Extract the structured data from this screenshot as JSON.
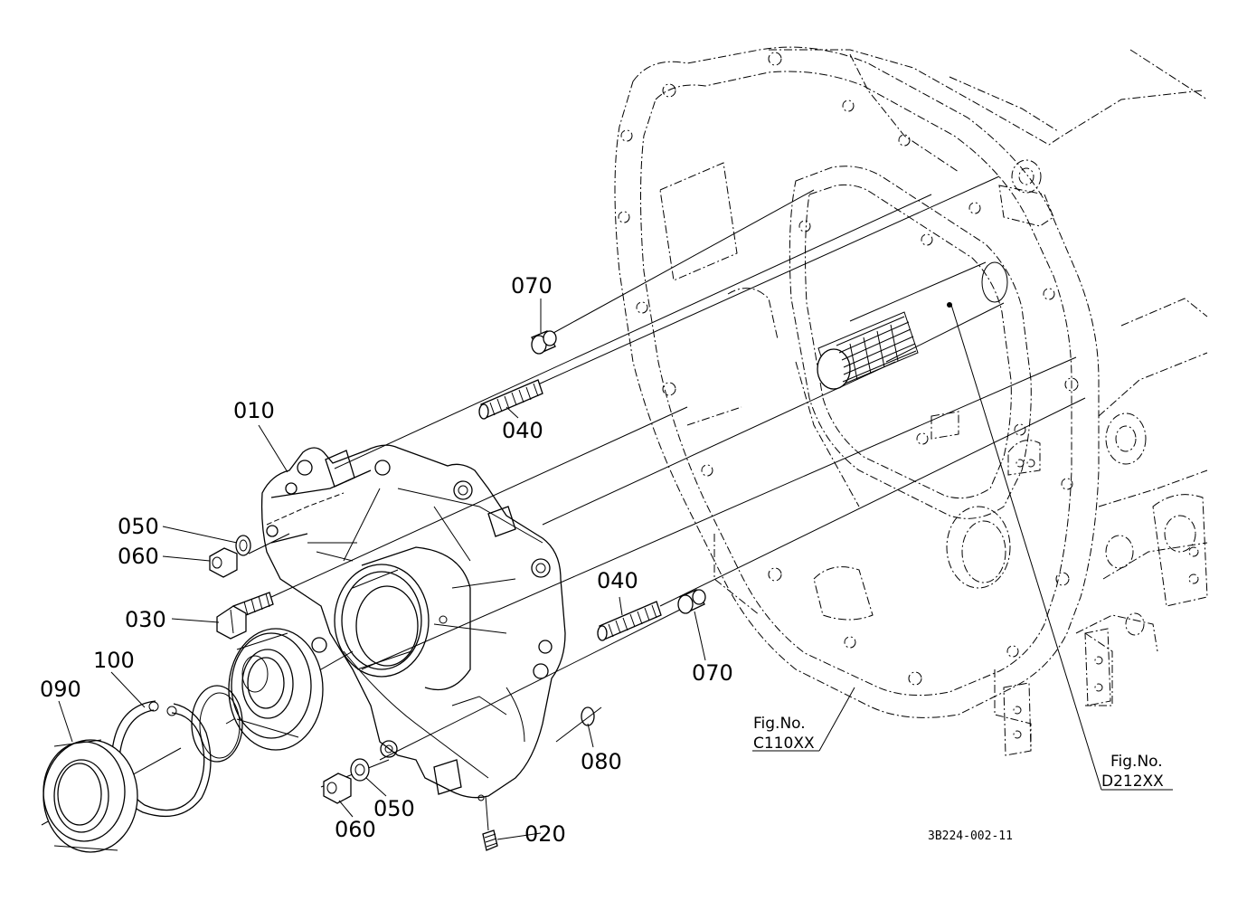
{
  "parts": {
    "p010": "010",
    "p020": "020",
    "p030": "030",
    "p040_top": "040",
    "p040_bottom": "040",
    "p050_top": "050",
    "p050_bottom": "050",
    "p060_top": "060",
    "p060_bottom": "060",
    "p070_top": "070",
    "p070_bottom": "070",
    "p080": "080",
    "p090": "090",
    "p100": "100"
  },
  "references": {
    "ref1_label": "Fig.No.",
    "ref1_code": "C110XX",
    "ref2_label": "Fig.No.",
    "ref2_code": "D212XX"
  },
  "drawing_code": "3B224-002-11"
}
